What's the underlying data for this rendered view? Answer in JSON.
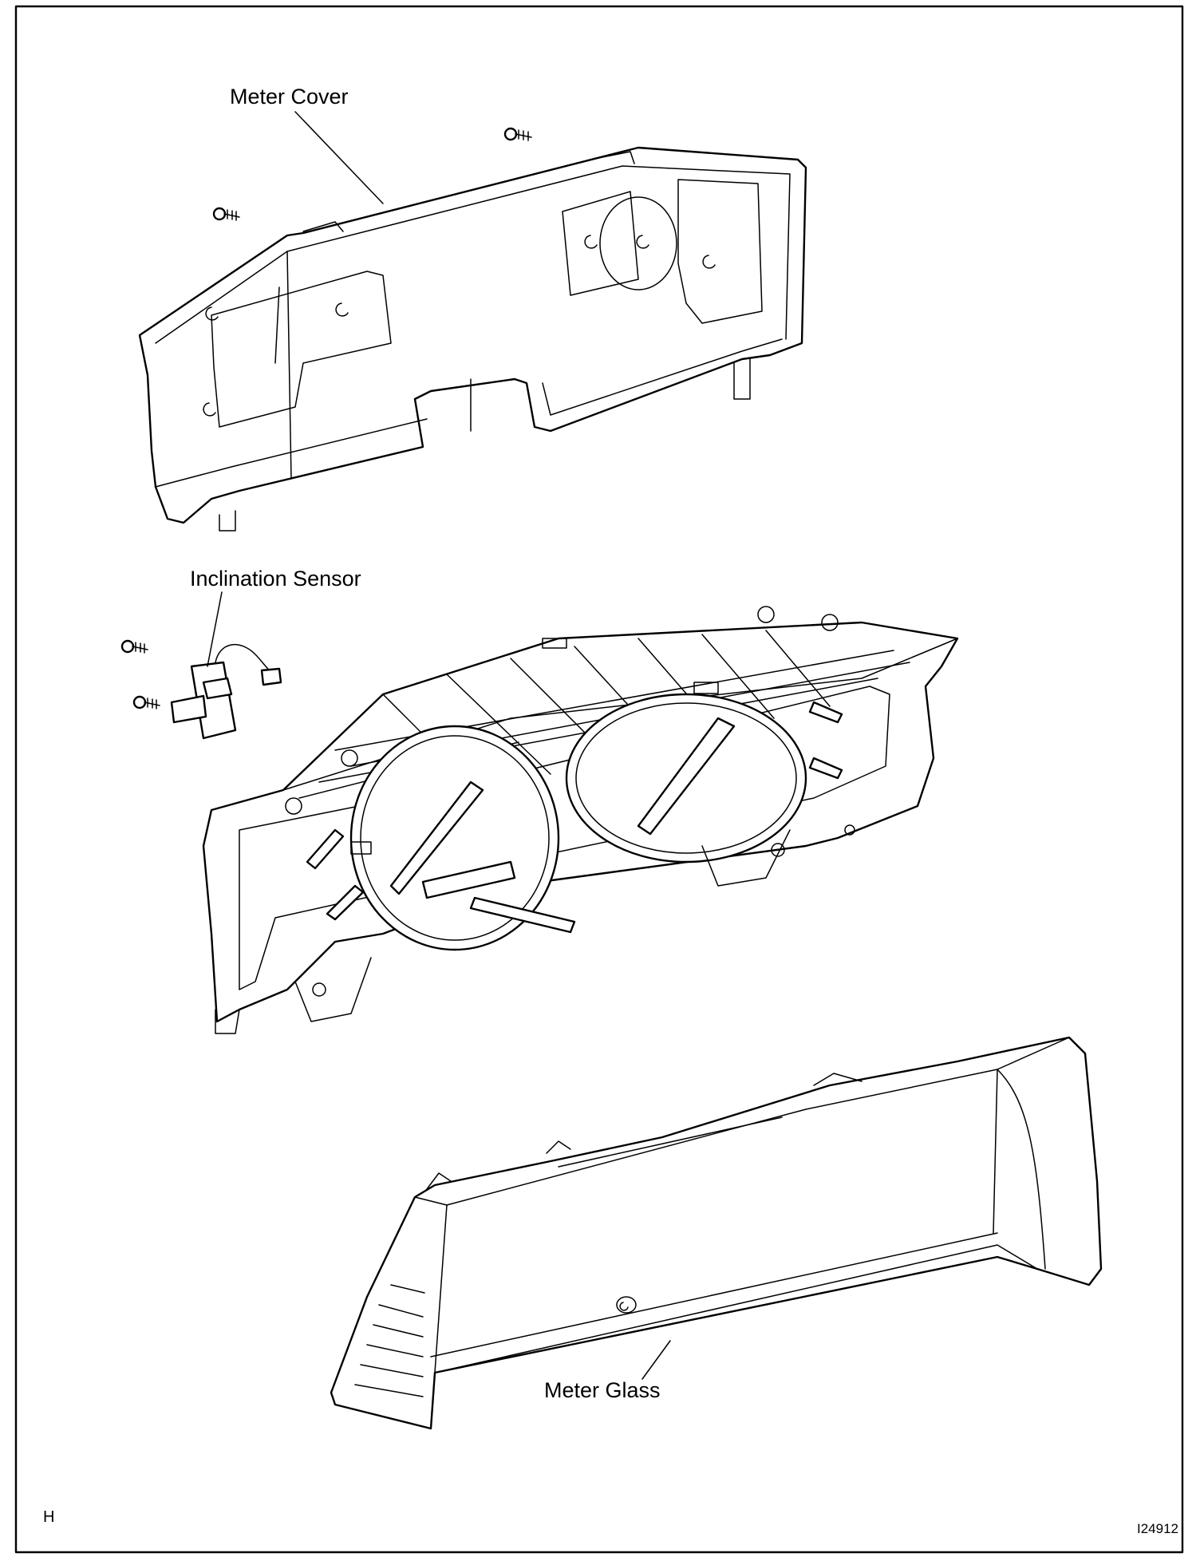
{
  "labels": {
    "meter_cover": "Meter Cover",
    "inclination_sensor": "Inclination Sensor",
    "meter_glass": "Meter Glass"
  },
  "corner_codes": {
    "left": "H",
    "right": "I24912"
  },
  "icons": [
    "screw-icon"
  ],
  "colors": {
    "ink": "#000000",
    "paper": "#ffffff"
  }
}
